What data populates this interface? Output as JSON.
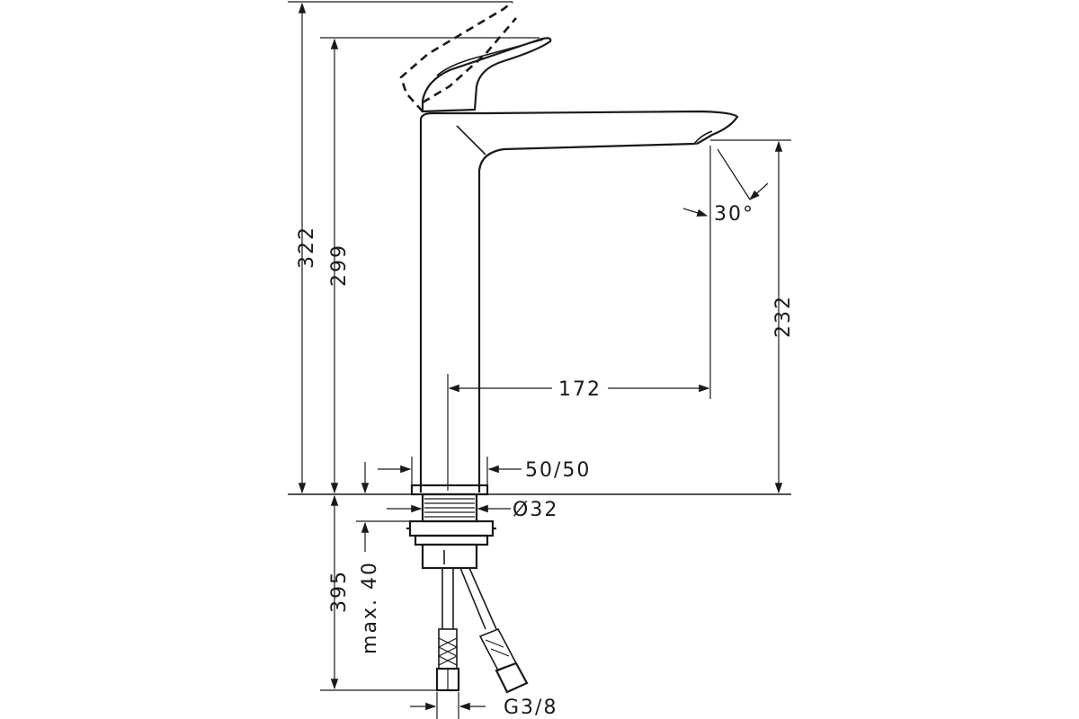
{
  "dimensions": {
    "overall_height": "322",
    "spout_lever_height": "299",
    "spout_outlet_height": "232",
    "spout_reach": "172",
    "base_width": "50/50",
    "hole_diameter": "Ø32",
    "under_counter_length": "395",
    "max_counter_thickness": "max. 40",
    "connection_thread": "G3/8",
    "spray_angle": "30°"
  },
  "icons": {
    "arrowhead": "arrowhead-icon"
  }
}
